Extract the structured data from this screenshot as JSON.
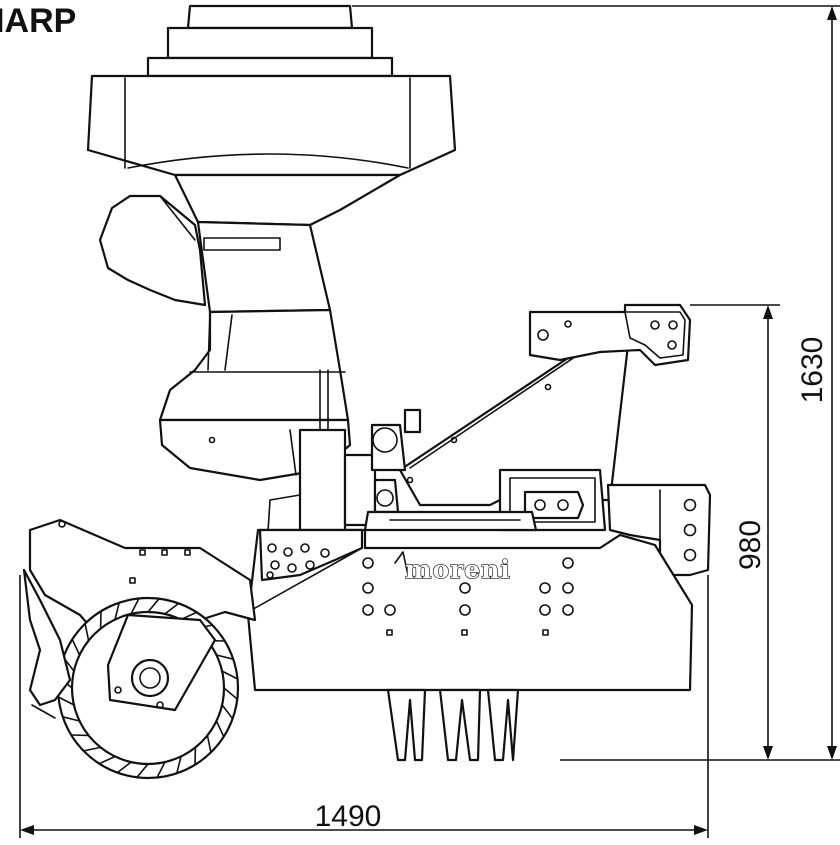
{
  "header": {
    "title": "HARP"
  },
  "machine": {
    "brand": "moreni"
  },
  "dimensions": {
    "total_height": "1630",
    "body_height": "980",
    "total_length": "1490"
  }
}
